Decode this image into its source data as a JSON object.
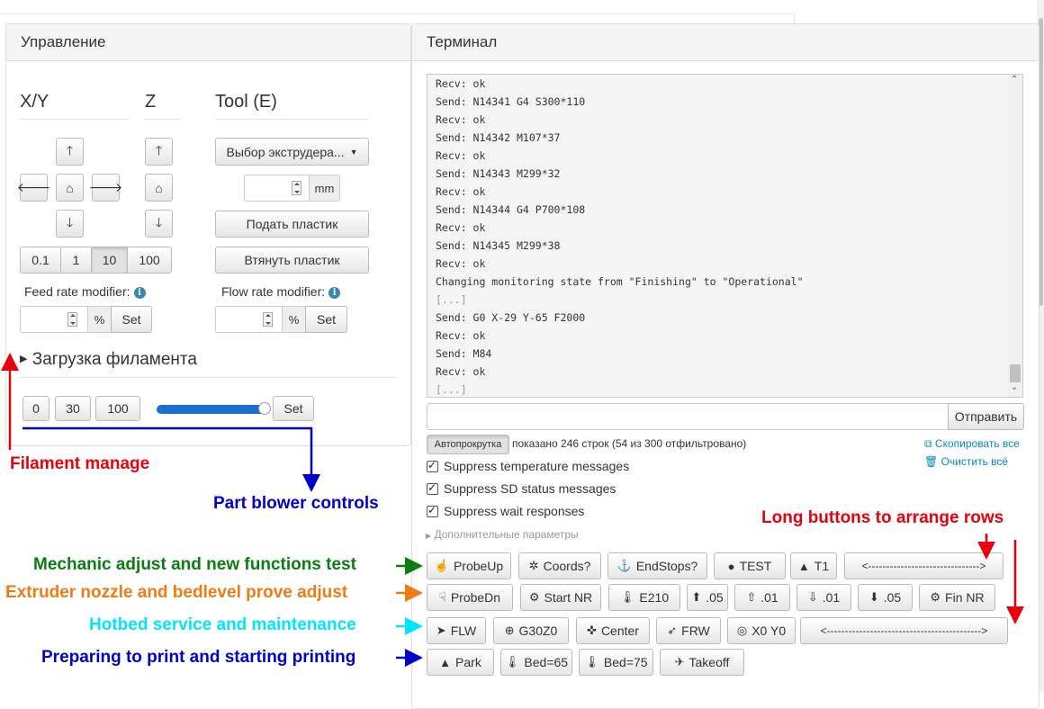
{
  "control": {
    "title": "Управление",
    "xy_heading": "X/Y",
    "z_heading": "Z",
    "tool_heading": "Tool (E)",
    "step_options": [
      "0.1",
      "1",
      "10",
      "100"
    ],
    "extruder_select": "Выбор экструдера...",
    "extrude_unit": "mm",
    "extrude_button": "Подать пластик",
    "retract_button": "Втянуть пластик",
    "feed_rate_label": "Feed rate modifier:",
    "flow_rate_label": "Flow rate modifier:",
    "percent": "%",
    "set_label": "Set",
    "filament_section": "Загрузка филамента",
    "fan_presets": [
      "0",
      "30",
      "100"
    ],
    "fan_slider_value": 1.0
  },
  "terminal": {
    "title": "Терминал",
    "lines": [
      "Recv: ok",
      "Send: N14341 G4 S300*110",
      "Recv: ok",
      "Send: N14342 M107*37",
      "Recv: ok",
      "Send: N14343 M299*32",
      "Recv: ok",
      "Send: N14344 G4 P700*108",
      "Recv: ok",
      "Send: N14345 M299*38",
      "Recv: ok",
      "Changing monitoring state from \"Finishing\" to \"Operational\"",
      "[...]",
      "Send: G0 X-29 Y-65 F2000",
      "Recv: ok",
      "Send: M84",
      "Recv: ok",
      "[...]"
    ],
    "send_button": "Отправить",
    "autoscroll_button": "Автопрокрутка",
    "status_text": "показано 246 строк (54 из 300 отфильтровано)",
    "copy_all": "Скопировать все",
    "clear_all": "Очистить всё",
    "filters": [
      "Suppress temperature messages",
      "Suppress SD status messages",
      "Suppress wait responses"
    ],
    "advanced": "Дополнительные параметры"
  },
  "custom_rows": [
    [
      {
        "icon": "hand-icon",
        "glyph": "☝",
        "label": "ProbeUp"
      },
      {
        "icon": "cog-dots-icon",
        "glyph": "✲",
        "label": "Coords?"
      },
      {
        "icon": "anchor-icon",
        "glyph": "⚓",
        "label": "EndStops?"
      },
      {
        "icon": "bomb-icon",
        "glyph": "●",
        "label": "TEST"
      },
      {
        "icon": "fire-icon",
        "glyph": "▲",
        "label": "T1"
      },
      {
        "icon": "",
        "glyph": "",
        "label": "<------------------------------->"
      }
    ],
    [
      {
        "icon": "hand-down-icon",
        "glyph": "☟",
        "label": "ProbeDn"
      },
      {
        "icon": "gear-icon",
        "glyph": "⚙",
        "label": "Start NR"
      },
      {
        "icon": "thermometer-icon",
        "glyph": "🌡",
        "label": "E210"
      },
      {
        "icon": "arrow-circle-up-icon",
        "glyph": "⬆",
        "label": ".05"
      },
      {
        "icon": "arrow-circle-up-outline-icon",
        "glyph": "⇧",
        "label": ".01"
      },
      {
        "icon": "arrow-circle-down-outline-icon",
        "glyph": "⇩",
        "label": ".01"
      },
      {
        "icon": "arrow-circle-down-icon",
        "glyph": "⬇",
        "label": ".05"
      },
      {
        "icon": "gear-icon",
        "glyph": "⚙",
        "label": "Fin NR"
      }
    ],
    [
      {
        "icon": "pointer-icon",
        "glyph": "➤",
        "label": "FLW"
      },
      {
        "icon": "crosshair-icon",
        "glyph": "⊕",
        "label": "G30Z0"
      },
      {
        "icon": "compress-icon",
        "glyph": "✜",
        "label": "Center"
      },
      {
        "icon": "location-arrow-icon",
        "glyph": "➶",
        "label": "FRW"
      },
      {
        "icon": "target-icon",
        "glyph": "◎",
        "label": "X0 Y0"
      },
      {
        "icon": "",
        "glyph": "",
        "label": "<------------------------------------------->"
      }
    ],
    [
      {
        "icon": "road-icon",
        "glyph": "▲",
        "label": "Park"
      },
      {
        "icon": "thermometer-icon",
        "glyph": "🌡",
        "label": "Bed=65"
      },
      {
        "icon": "thermometer-icon",
        "glyph": "🌡",
        "label": "Bed=75"
      },
      {
        "icon": "plane-icon",
        "glyph": "✈",
        "label": "Takeoff"
      }
    ]
  ],
  "annotations": {
    "filament": "Filament manage",
    "blower": "Part blower controls",
    "long_buttons": "Long buttons to arrange rows",
    "row1": "Mechanic adjust and new functions test",
    "row2": "Extruder nozzle and bedlevel prove adjust",
    "row3": "Hotbed service and maintenance",
    "row4": "Preparing to print and starting printing"
  },
  "annotation_colors": {
    "red": "#e8000b",
    "blue": "#0000cc",
    "green": "#0a7d10",
    "orange": "#f07b12",
    "cyan": "#00e5ff"
  }
}
